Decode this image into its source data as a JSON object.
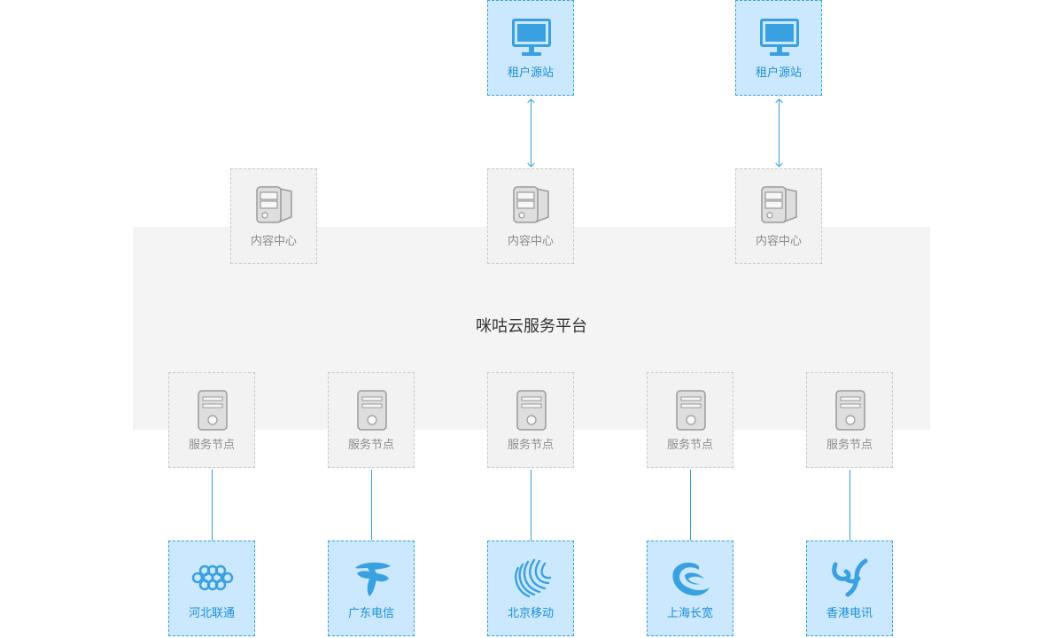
{
  "platform": {
    "title": "咪咕云服务平台"
  },
  "tenants": [
    {
      "label": "租户源站",
      "icon": "monitor-icon"
    },
    {
      "label": "租户源站",
      "icon": "monitor-icon"
    }
  ],
  "content_centers": [
    {
      "label": "内容中心",
      "icon": "server-tower-icon"
    },
    {
      "label": "内容中心",
      "icon": "server-tower-icon"
    },
    {
      "label": "内容中心",
      "icon": "server-tower-icon"
    }
  ],
  "service_nodes": [
    {
      "label": "服务节点",
      "icon": "server-icon"
    },
    {
      "label": "服务节点",
      "icon": "server-icon"
    },
    {
      "label": "服务节点",
      "icon": "server-icon"
    },
    {
      "label": "服务节点",
      "icon": "server-icon"
    },
    {
      "label": "服务节点",
      "icon": "server-icon"
    }
  ],
  "carriers": [
    {
      "label": "河北联通",
      "icon": "china-unicom-logo-icon"
    },
    {
      "label": "广东电信",
      "icon": "china-telecom-logo-icon"
    },
    {
      "label": "北京移动",
      "icon": "china-mobile-logo-icon"
    },
    {
      "label": "上海长宽",
      "icon": "great-wall-broadband-logo-icon"
    },
    {
      "label": "香港电讯",
      "icon": "hkt-logo-icon"
    }
  ],
  "colors": {
    "link": "#33a3dc",
    "tenant_fill": "#cce8ff",
    "platform_fill": "#f4f4f4"
  }
}
